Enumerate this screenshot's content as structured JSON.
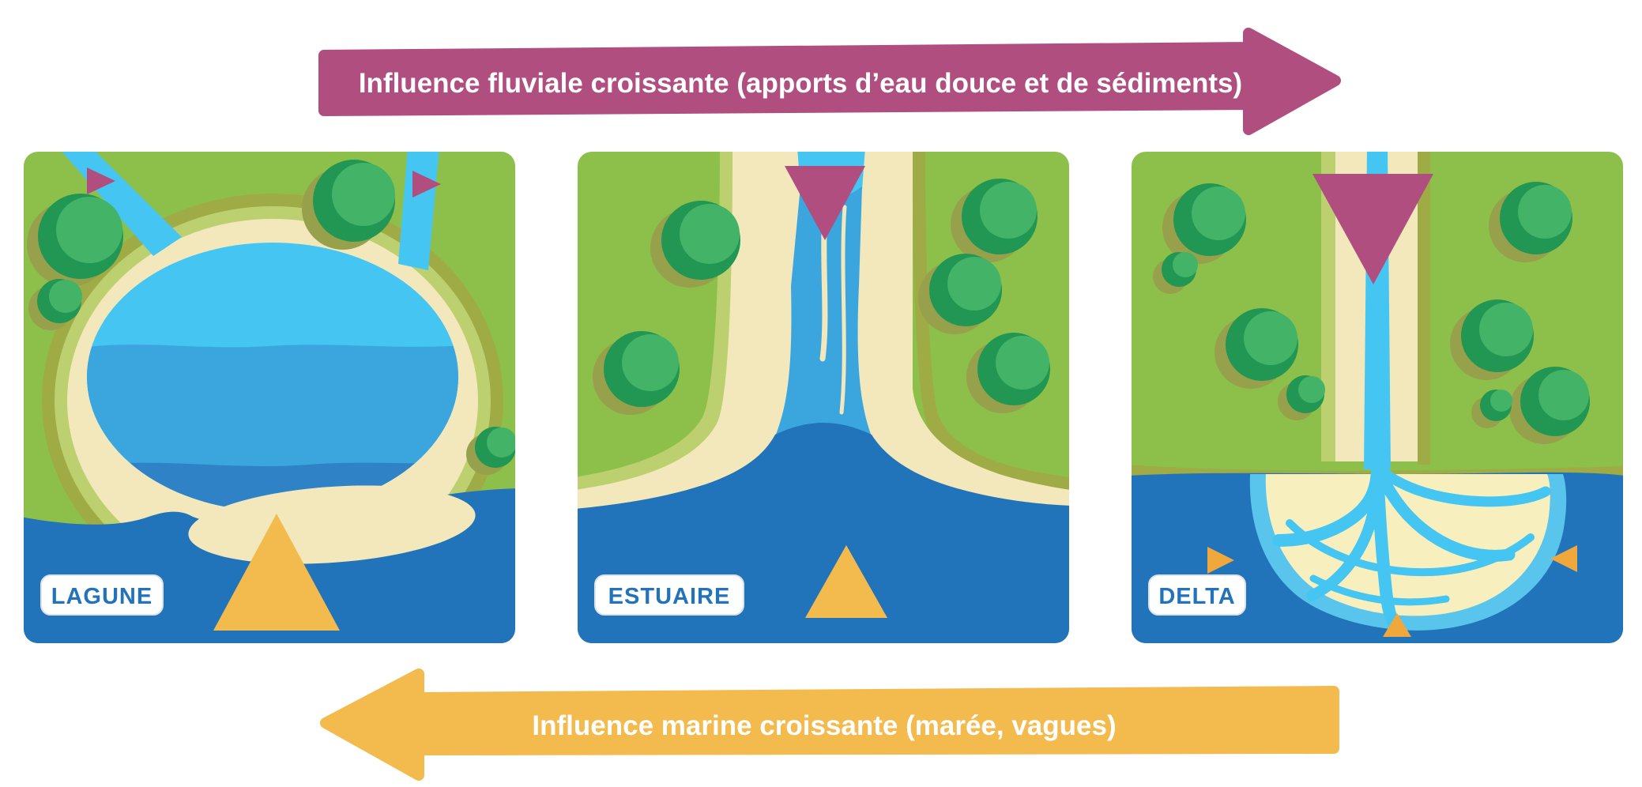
{
  "arrows": {
    "top": {
      "label": "Influence fluviale croissante (apports d’eau douce et de sédiments)",
      "direction": "right",
      "color": "#b04e80"
    },
    "bottom": {
      "label": "Influence marine croissante (marée, vagues)",
      "direction": "left",
      "color": "#f3ba4e"
    }
  },
  "panels": [
    {
      "label": "LAGUNE",
      "fluvial_markers": {
        "shape": "triangle-magenta",
        "count": 2,
        "size": "small"
      },
      "marine_markers": {
        "shape": "triangle-jaune",
        "count": 1,
        "size": "large"
      }
    },
    {
      "label": "ESTUAIRE",
      "fluvial_markers": {
        "shape": "triangle-magenta",
        "count": 1,
        "size": "medium"
      },
      "marine_markers": {
        "shape": "triangle-jaune",
        "count": 1,
        "size": "medium"
      }
    },
    {
      "label": "DELTA",
      "fluvial_markers": {
        "shape": "triangle-magenta",
        "count": 1,
        "size": "large"
      },
      "marine_markers": {
        "shape": "triangle-jaune",
        "count": 3,
        "size": "small"
      }
    }
  ],
  "colors": {
    "land_green": "#8dc04a",
    "land_edge_olive": "#9fab44",
    "shore_light_green": "#bdd06f",
    "sand": "#f2e8bb",
    "water_light": "#45c5f1",
    "water_mid": "#3ba6de",
    "water_deep": "#2f82c6",
    "sea": "#2274ba",
    "fluvial_magenta": "#b04e80",
    "marine_yellow": "#f3ba4e",
    "marker_orange": "#f0a73c",
    "label_text": "#2273b9",
    "label_background": "#ffffff"
  }
}
